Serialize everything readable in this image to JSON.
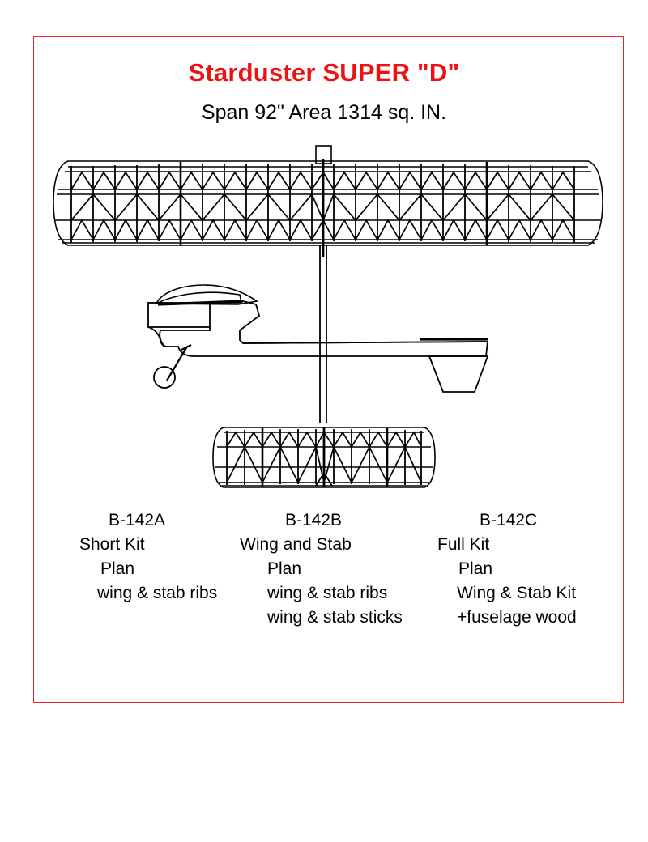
{
  "document": {
    "title": "Starduster SUPER \"D\"",
    "subtitle": "Span 92\"  Area 1314 sq. IN.",
    "title_color": "#ee1111",
    "frame_color": "#ee2222",
    "background_color": "#ffffff",
    "line_color": "#000000"
  },
  "spec": {
    "span": "92\"",
    "area": "1314 sq. IN."
  },
  "drawing": {
    "wing_label": "wing-plan-view",
    "fuselage_label": "fuselage-side-view",
    "stabilizer_label": "stabilizer-plan-view",
    "parts": [
      "wing-panel-left",
      "wing-panel-right",
      "center-pylon",
      "wing-mast",
      "engine-box",
      "canopy",
      "landing-gear",
      "wheel",
      "rudder-fin",
      "horizontal-stabilizer"
    ]
  },
  "kits": [
    {
      "code": "B-142A",
      "name": "Short Kit",
      "plan": "Plan",
      "contents": [
        "wing & stab ribs"
      ]
    },
    {
      "code": "B-142B",
      "name": "Wing and Stab",
      "plan": "Plan",
      "contents": [
        "wing & stab ribs",
        "wing & stab sticks"
      ]
    },
    {
      "code": "B-142C",
      "name": "Full Kit",
      "plan": "Plan",
      "contents": [
        "Wing & Stab Kit",
        "+fuselage wood"
      ]
    }
  ]
}
